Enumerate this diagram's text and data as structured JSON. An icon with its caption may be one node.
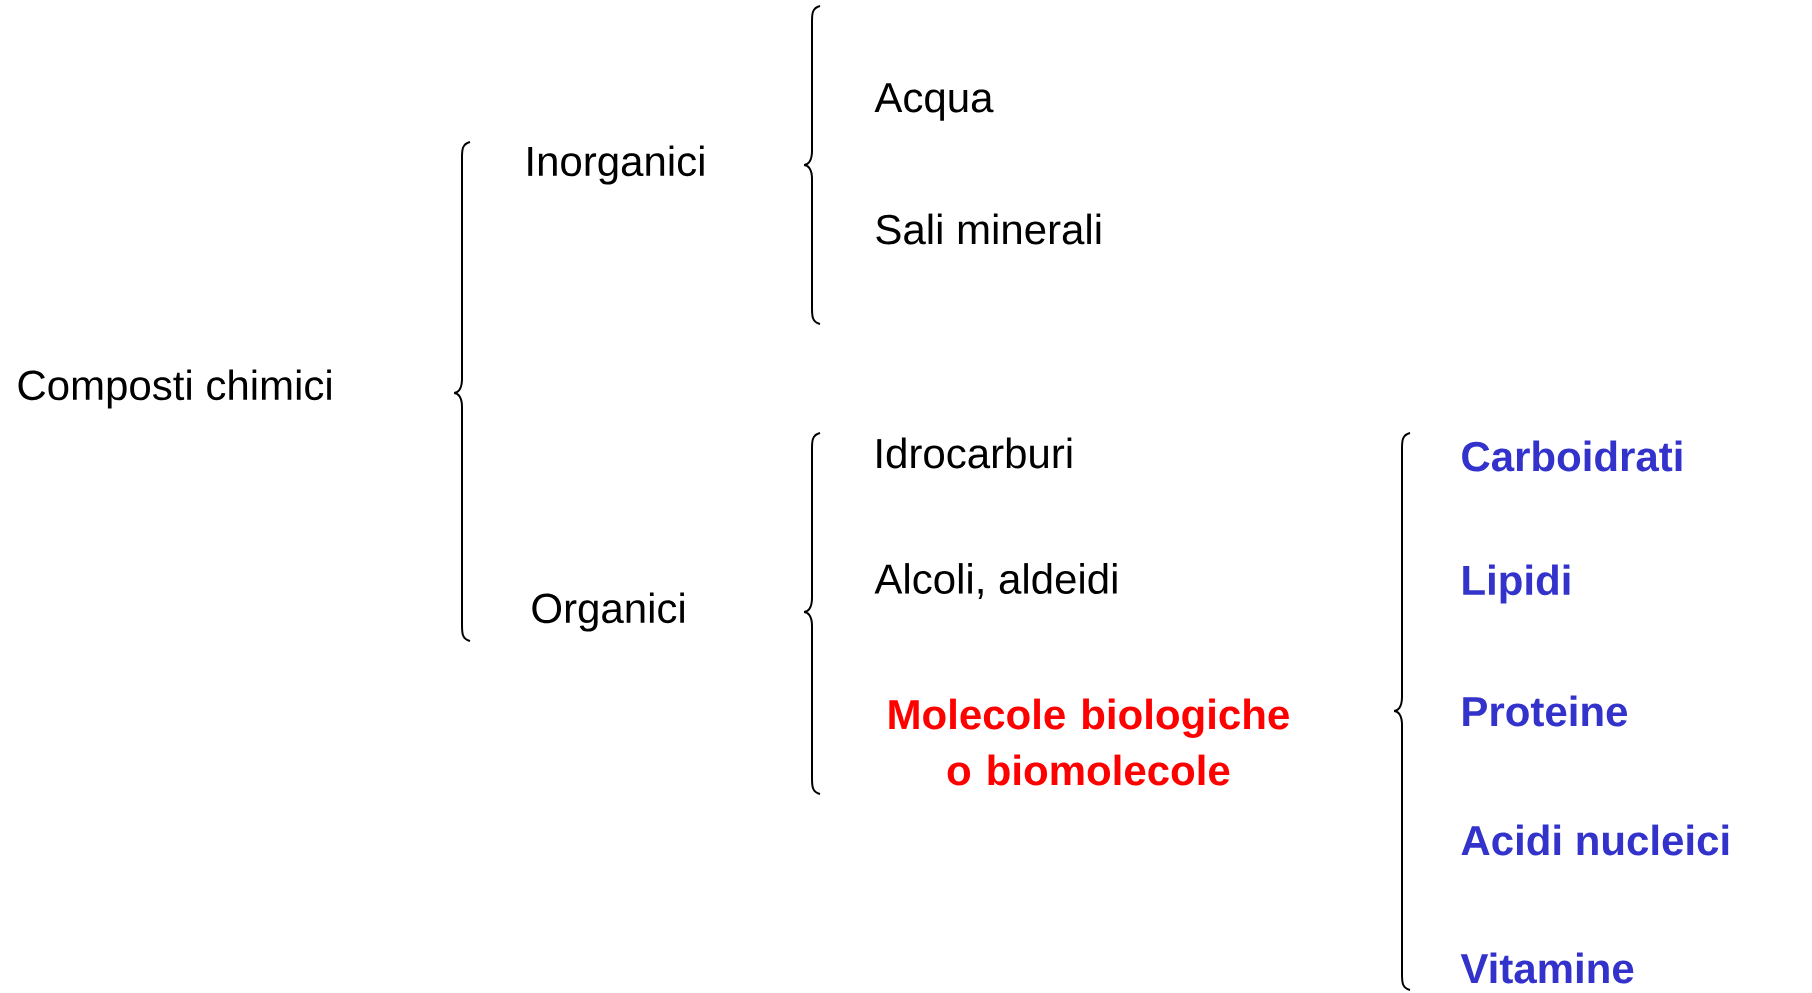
{
  "diagram": {
    "nodes": [
      {
        "text": [
          "Composti chimici"
        ]
      },
      {
        "text": [
          "Inorganici"
        ]
      },
      {
        "text": [
          "Organici"
        ]
      },
      {
        "text": [
          "Acqua"
        ]
      },
      {
        "text": [
          "Sali minerali"
        ]
      },
      {
        "text": [
          "Idrocarburi"
        ]
      },
      {
        "text": [
          "Alcoli, aldeidi"
        ]
      },
      {
        "text": [
          "Molecole biologiche o biomolecole"
        ]
      },
      {
        "text": [
          "Carboidrati"
        ]
      },
      {
        "text": [
          "Lipidi"
        ]
      },
      {
        "text": [
          "Proteine"
        ]
      },
      {
        "text": [
          "Acidi nucleici"
        ]
      },
      {
        "text": [
          "Vitamine"
        ]
      }
    ]
  }
}
